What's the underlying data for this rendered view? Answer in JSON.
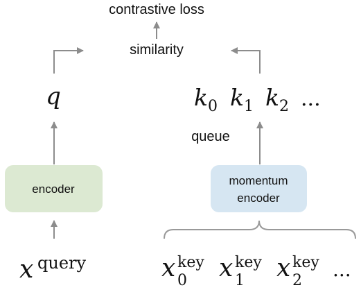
{
  "diagram": {
    "top": {
      "loss_label": "contrastive loss",
      "similarity_label": "similarity"
    },
    "query_branch": {
      "output_symbol": "q",
      "encoder_label": "encoder",
      "input_base": "x",
      "input_sup": "query",
      "colors": {
        "encoder_fill": "#dce9d2"
      }
    },
    "key_branch": {
      "keys": [
        {
          "base": "k",
          "sub": "0"
        },
        {
          "base": "k",
          "sub": "1"
        },
        {
          "base": "k",
          "sub": "2"
        }
      ],
      "keys_ellipsis": "...",
      "queue_label": "queue",
      "encoder_label_line1": "momentum",
      "encoder_label_line2": "encoder",
      "inputs": [
        {
          "base": "x",
          "sup": "key",
          "sub": "0"
        },
        {
          "base": "x",
          "sup": "key",
          "sub": "1"
        },
        {
          "base": "x",
          "sup": "key",
          "sub": "2"
        }
      ],
      "inputs_ellipsis": "...",
      "colors": {
        "encoder_fill": "#d6e6f2"
      }
    },
    "colors": {
      "arrow": "#8c8c8c",
      "text": "#111111",
      "brace": "#999999"
    }
  }
}
